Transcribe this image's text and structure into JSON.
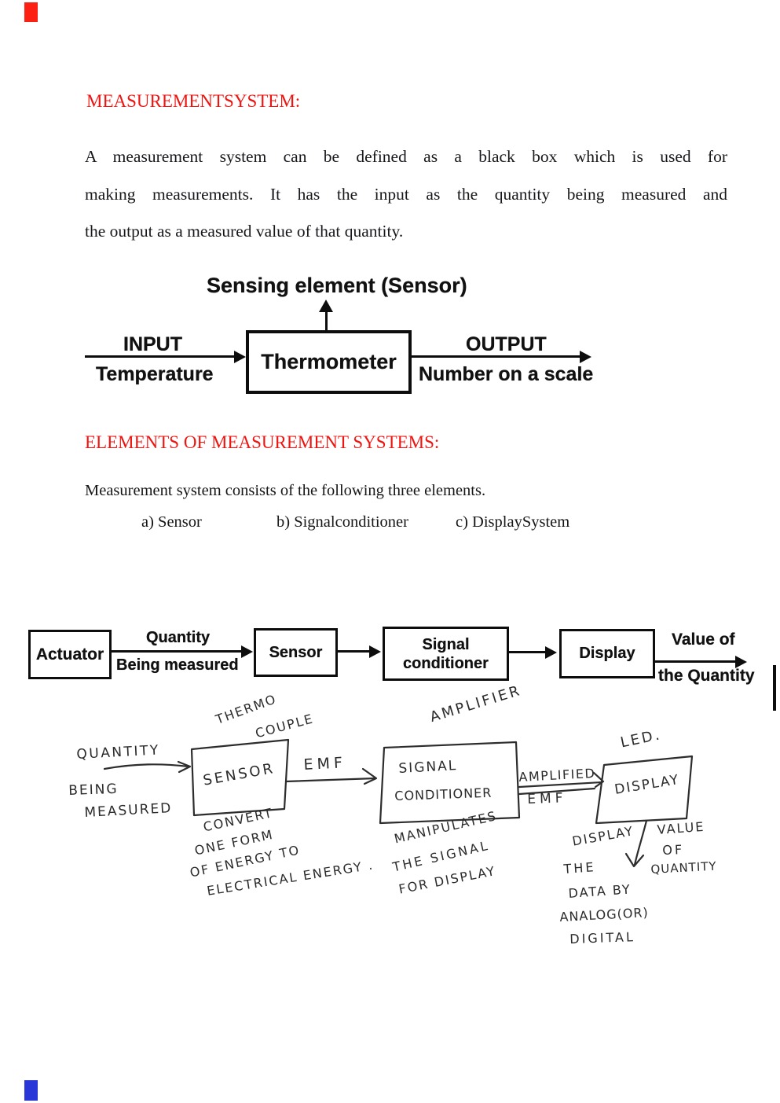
{
  "colors": {
    "heading_red": "#ee1511",
    "ink_black": "#0d0d0d",
    "hand_ink": "#2b2b2b",
    "corner_red": "#fb2011",
    "corner_blue": "#2936d8"
  },
  "doc": {
    "heading1": "MEASUREMENTSYSTEM:",
    "paragraph": [
      "A measurement system can be defined as a black box which is used for",
      "making measurements. It has the input as the quantity being measured and",
      "the output as a measured value of that quantity."
    ],
    "heading2": "ELEMENTS OF MEASUREMENT SYSTEMS:",
    "elements_intro": "Measurement system consists of the following three elements.",
    "elements": [
      "a) Sensor",
      "b) Signalconditioner",
      "c) DisplaySystem"
    ]
  },
  "sensor_diagram": {
    "title": "Sensing element (Sensor)",
    "box": "Thermometer",
    "input_top": "INPUT",
    "input_bottom": "Temperature",
    "output_top": "OUTPUT",
    "output_bottom": "Number on a scale"
  },
  "flow_diagram": {
    "actuator": "Actuator",
    "sensor": "Sensor",
    "signal1": "Signal",
    "signal2": "conditioner",
    "display": "Display",
    "quantity_top": "Quantity",
    "quantity_bottom": "Being measured",
    "value_top": "Value of",
    "value_bottom": "the Quantity"
  },
  "hand": {
    "thermo": "THERMO",
    "couple": "COUPLE",
    "quantity": "QUANTITY",
    "being": "BEING",
    "measured": "MEASURED",
    "sensor": "SENSOR",
    "emf": "EMF",
    "amplifier": "AMPLIFIER",
    "signal": "SIGNAL",
    "conditioner": "CONDITIONER",
    "amplified": "AMPLIFIED",
    "emf2": "EMF",
    "led": "LED.",
    "display": "DISPLAY",
    "convert1": "CONVERT",
    "convert2": "ONE FORM",
    "convert3": "OF ENERGY TO",
    "convert4": "ELECTRICAL ENERGY .",
    "manip1": "MANIPULATES",
    "manip2": "THE SIGNAL",
    "manip3": "FOR DISPLAY",
    "note1": "DISPLAY",
    "note2": "THE",
    "note3": "DATA BY",
    "note4": "ANALOG(OR)",
    "note5": "DIGITAL",
    "value1": "VALUE",
    "value2": "OF",
    "value3": "QUANTITY"
  }
}
